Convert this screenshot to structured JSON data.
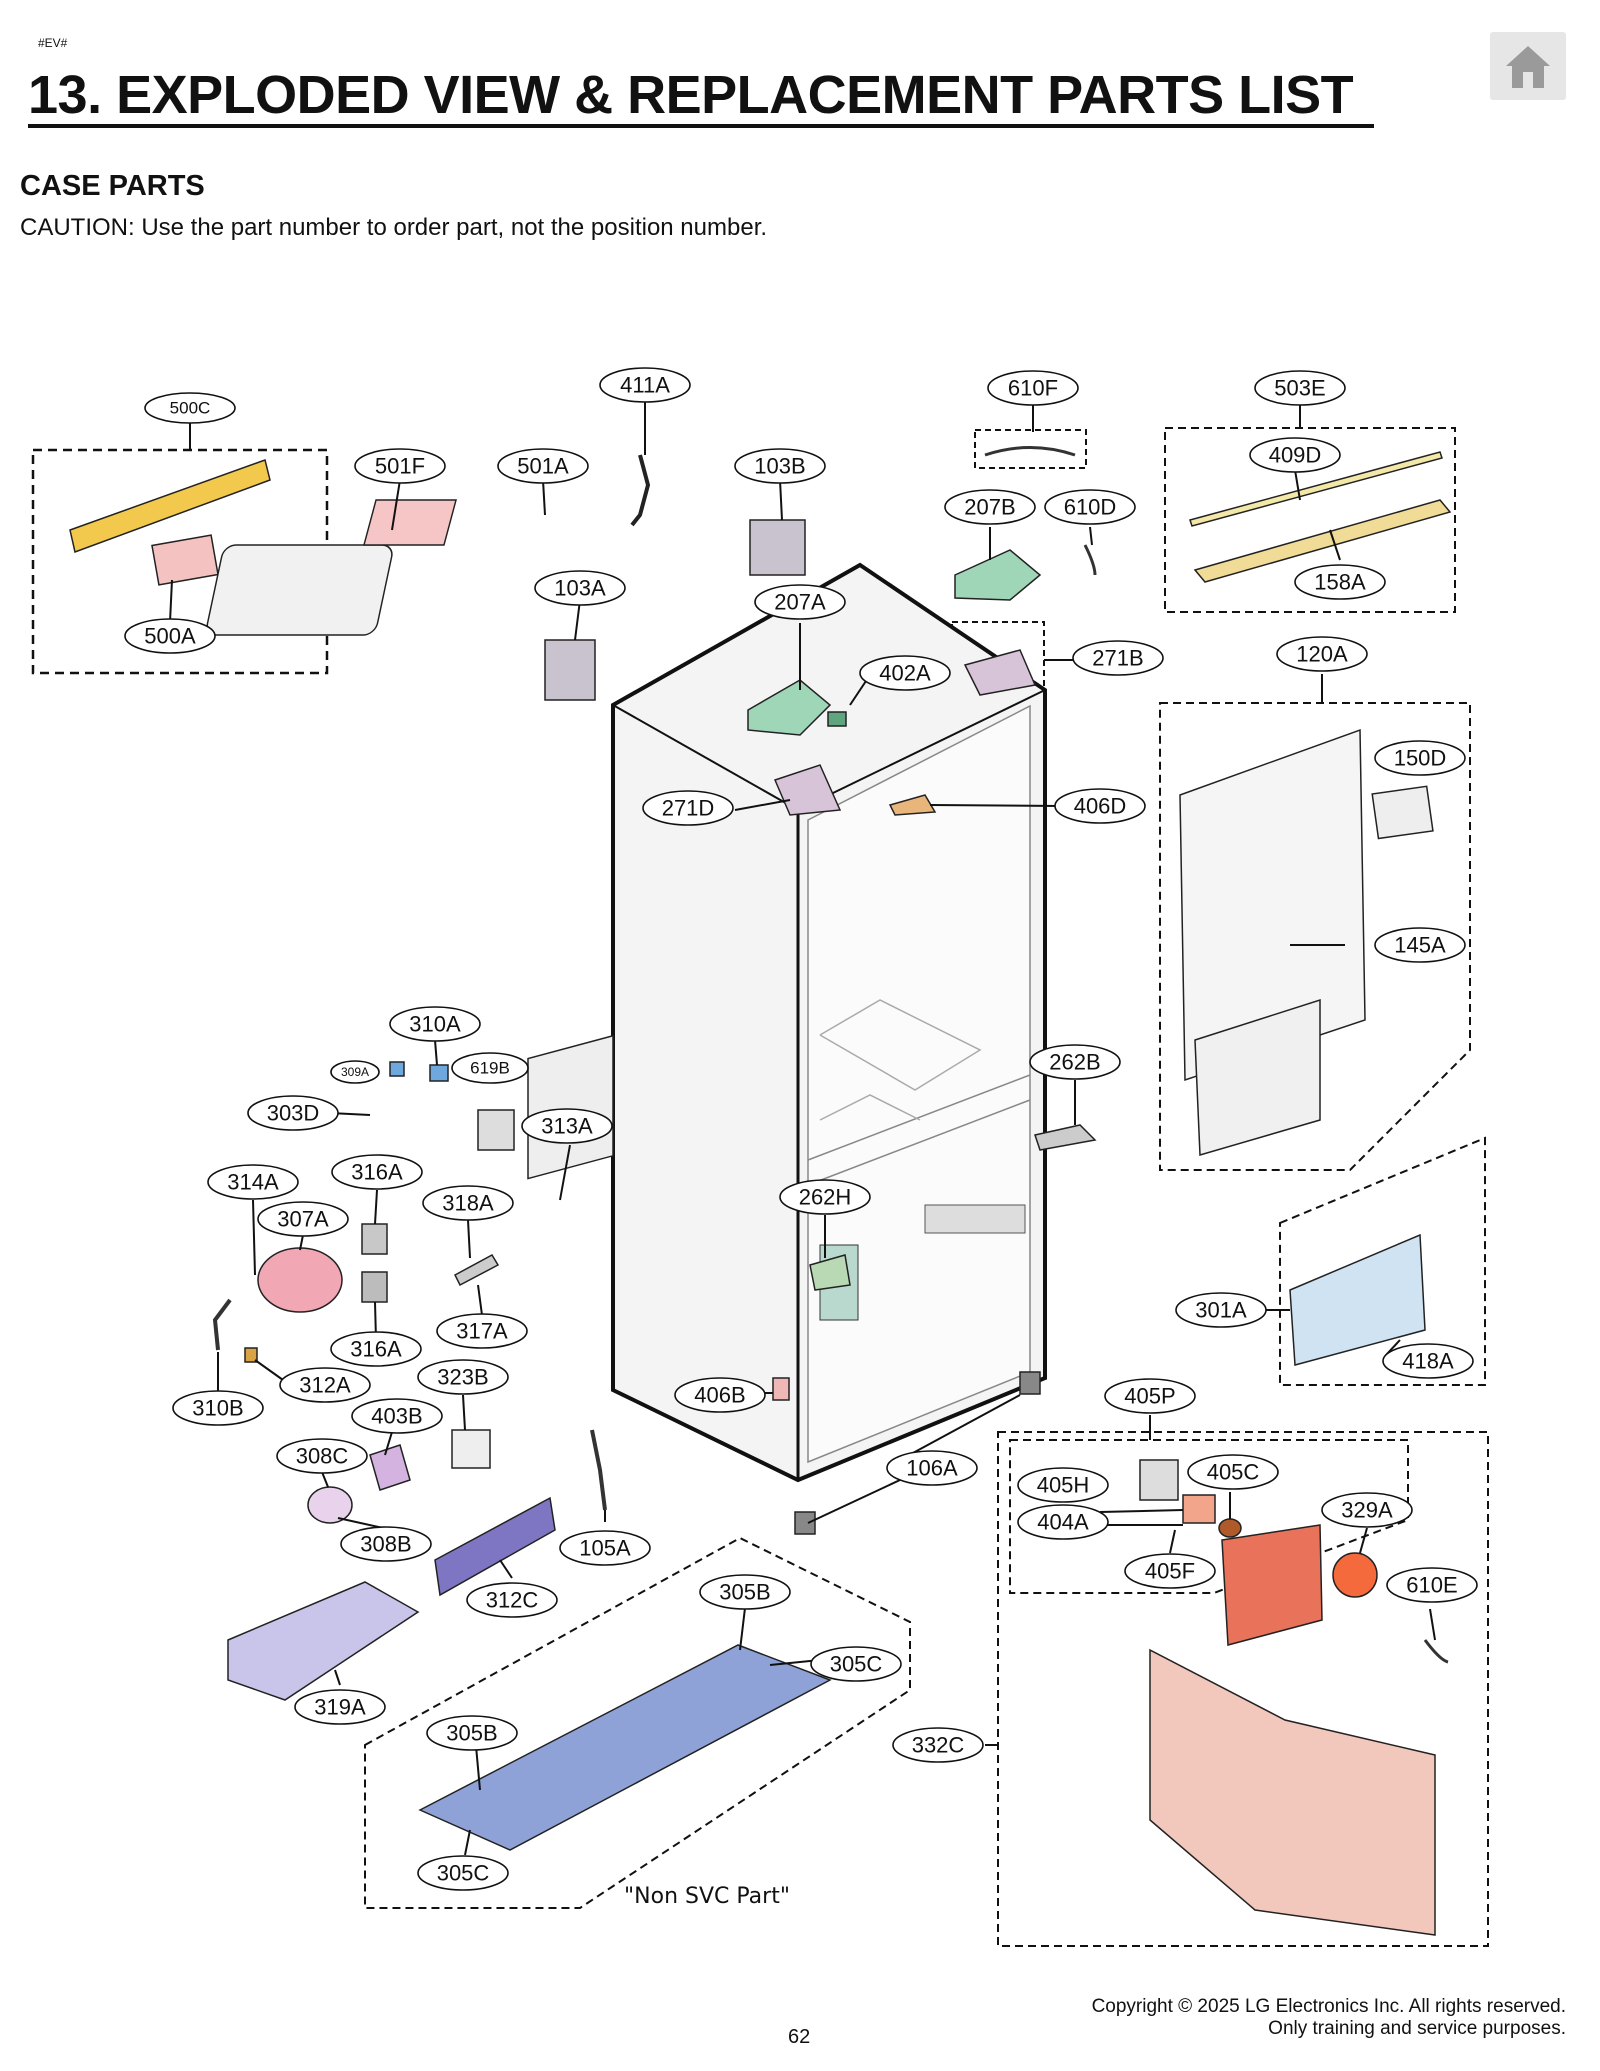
{
  "header": {
    "tag": "#EV#",
    "title": "13. EXPLODED VIEW & REPLACEMENT PARTS LIST",
    "home_icon": "home-icon"
  },
  "section": {
    "heading": "CASE PARTS",
    "caution": "CAUTION: Use the part number to order part, not the position number."
  },
  "callouts": {
    "c500C": "500C",
    "c500A": "500A",
    "c501F": "501F",
    "c501A": "501A",
    "c411A": "411A",
    "c103B": "103B",
    "c103A": "103A",
    "c610F": "610F",
    "c503E": "503E",
    "c409D": "409D",
    "c158A": "158A",
    "c207B": "207B",
    "c610D": "610D",
    "c207A": "207A",
    "c402A": "402A",
    "c271B": "271B",
    "c271D": "271D",
    "c406D": "406D",
    "c120A": "120A",
    "c150D": "150D",
    "c145A": "145A",
    "c310A": "310A",
    "c309A": "309A",
    "c619B": "619B",
    "c303D": "303D",
    "c313A": "313A",
    "c262B": "262B",
    "c314A": "314A",
    "c316A_top": "316A",
    "c307A": "307A",
    "c318A": "318A",
    "c262H": "262H",
    "c316A_bottom": "316A",
    "c317A": "317A",
    "c312A": "312A",
    "c310B": "310B",
    "c323B": "323B",
    "c301A": "301A",
    "c418A": "418A",
    "c406B": "406B",
    "c405P": "405P",
    "c403B": "403B",
    "c308C": "308C",
    "c106A": "106A",
    "c405H": "405H",
    "c405C": "405C",
    "c404A": "404A",
    "c329A": "329A",
    "c308B": "308B",
    "c105A": "105A",
    "c405F": "405F",
    "c305B_top": "305B",
    "c312C": "312C",
    "c610E": "610E",
    "c305C_right": "305C",
    "c319A": "319A",
    "c305B_left": "305B",
    "c332C": "332C",
    "c305C_bottom": "305C"
  },
  "notes": {
    "non_svc": "\"Non SVC Part\""
  },
  "footer": {
    "page_number": "62",
    "copyright_line1": "Copyright © 2025 LG Electronics Inc. All rights reserved.",
    "copyright_line2": "Only training and service purposes."
  }
}
